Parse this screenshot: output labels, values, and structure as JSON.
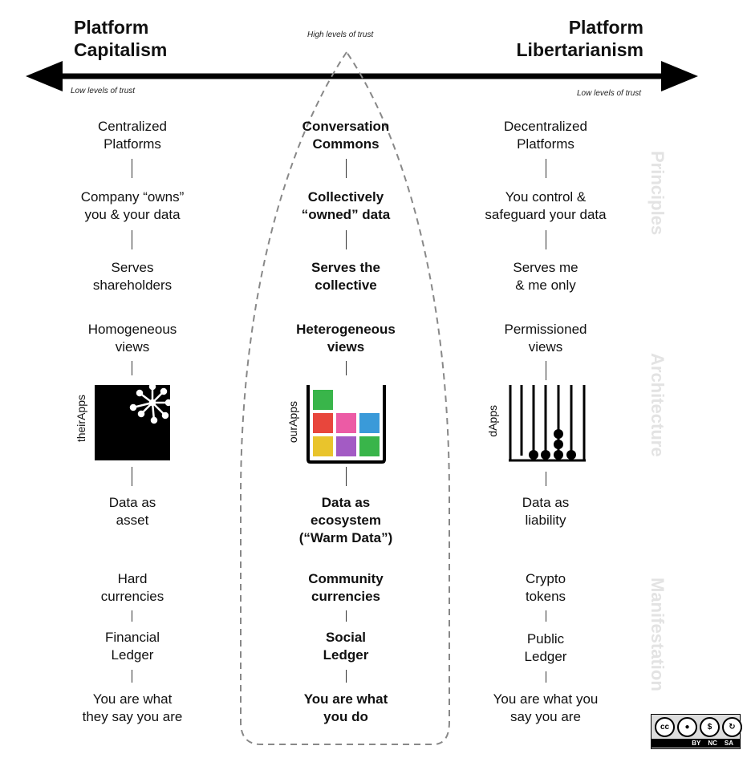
{
  "header": {
    "left_title": "Platform\nCapitalism",
    "right_title": "Platform\nLibertarianism",
    "center_label": "High levels of trust",
    "left_trust": "Low levels of trust",
    "right_trust": "Low levels of trust"
  },
  "sections": {
    "principles": "Principles",
    "architecture": "Architecture",
    "manifestation": "Manifestation"
  },
  "left": {
    "n1": "Centralized\nPlatforms",
    "n2": "Company “owns”\nyou & your data",
    "n3": "Serves\nshareholders",
    "n4": "Homogeneous\nviews",
    "app": "theirApps",
    "n5": "Data as\nasset",
    "n6": "Hard\ncurrencies",
    "n7": "Financial\nLedger",
    "n8": "You are what\nthey say you are"
  },
  "center": {
    "n1": "Conversation\nCommons",
    "n2": "Collectively\n“owned” data",
    "n3": "Serves the\ncollective",
    "n4": "Heterogeneous\nviews",
    "app": "ourApps",
    "n5": "Data as\necosystem\n(“Warm Data”)",
    "n6": "Community\ncurrencies",
    "n7": "Social\nLedger",
    "n8": "You are what\nyou do"
  },
  "right": {
    "n1": "Decentralized\nPlatforms",
    "n2": "You control &\nsafeguard your data",
    "n3": "Serves me\n& me only",
    "n4": "Permissioned\nviews",
    "app": "dApps",
    "n5": "Data as\nliability",
    "n6": "Crypto\ntokens",
    "n7": "Public\nLedger",
    "n8": "You are what you\nsay you are"
  },
  "license": {
    "cc": "cc",
    "tags": [
      "BY",
      "NC",
      "SA"
    ]
  },
  "colors": {
    "green": "#39b54a",
    "red": "#e8463c",
    "pink": "#ec5ba5",
    "blue": "#3a9ad9",
    "yellow": "#e9c42c",
    "purple": "#a35bc4",
    "section_gray": "#e3e3e3"
  }
}
